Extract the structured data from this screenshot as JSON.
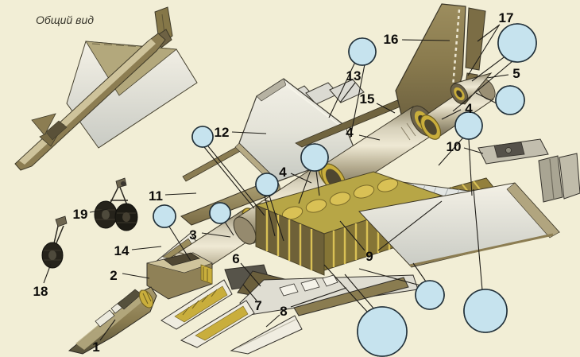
{
  "title": "Общий вид",
  "labels": [
    {
      "text": "1"
    },
    {
      "text": "2"
    },
    {
      "text": "3"
    },
    {
      "text": "4"
    },
    {
      "text": "4"
    },
    {
      "text": "4"
    },
    {
      "text": "5"
    },
    {
      "text": "6"
    },
    {
      "text": "7"
    },
    {
      "text": "8"
    },
    {
      "text": "9"
    },
    {
      "text": "10"
    },
    {
      "text": "11"
    },
    {
      "text": "12"
    },
    {
      "text": "13"
    },
    {
      "text": "14"
    },
    {
      "text": "15"
    },
    {
      "text": "16"
    },
    {
      "text": "17"
    },
    {
      "text": "18"
    },
    {
      "text": "19"
    }
  ],
  "colors": {
    "background": "#f2eed6",
    "airframe_olive": "#8c7d52",
    "metal_light": "#d6d0ba",
    "structure_yellow": "#c9ae3c",
    "panel_light": "#e8e6db",
    "callout_blue": "#c6e3ee",
    "outline": "#3a3526",
    "label_text": "#0d0c0a"
  }
}
